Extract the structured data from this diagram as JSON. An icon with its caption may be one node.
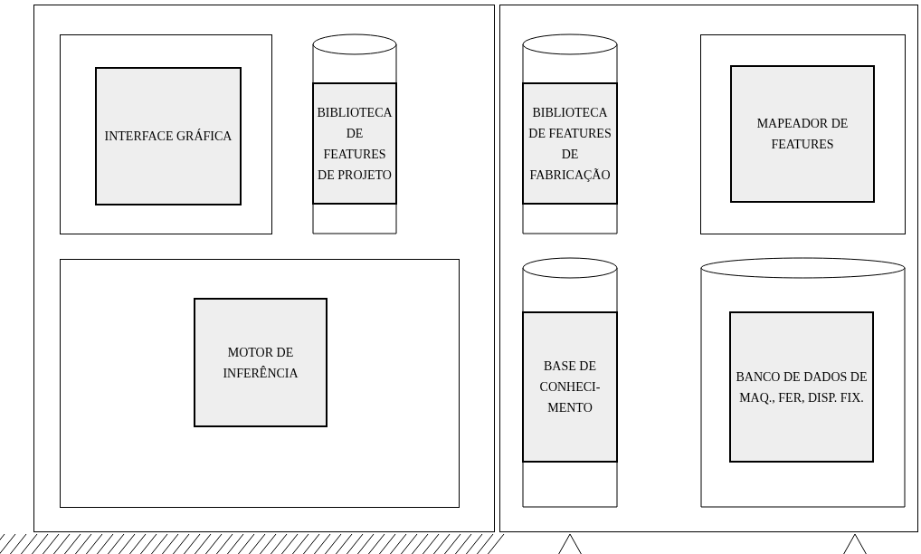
{
  "diagram": {
    "nodes": [
      {
        "text": [],
        "shape": "box"
      },
      {
        "text": [],
        "shape": "box",
        "in": 0
      },
      {
        "text": [
          "INTERFACE GRÁFICA"
        ],
        "in": 1
      },
      {
        "text": [],
        "shape": "cylinder",
        "in": 0
      },
      {
        "text": [
          "BIBLIOTECA DE FEATURES DE PROJETO"
        ],
        "in": 3
      },
      {
        "text": [],
        "shape": "box",
        "in": 0
      },
      {
        "text": [
          "MOTOR DE INFERÊNCIA"
        ],
        "in": 5
      },
      {
        "text": [],
        "shape": "box"
      },
      {
        "text": [],
        "shape": "cylinder",
        "in": 7
      },
      {
        "text": [
          "BIBLIOTECA DE FEATURES DE FABRICAÇÃO"
        ],
        "in": 8
      },
      {
        "text": [],
        "shape": "box",
        "in": 7
      },
      {
        "text": [
          "MAPEADOR DE FEATURES"
        ],
        "in": 10
      },
      {
        "text": [],
        "shape": "cylinder",
        "in": 7
      },
      {
        "text": [
          "BASE DE CONHECI- MENTO"
        ],
        "in": 12
      },
      {
        "text": [],
        "shape": "cylinder",
        "in": 7
      },
      {
        "text": [
          "BANCO DE DADOS DE MAQ., FER, DISP. FIX."
        ],
        "in": 14
      }
    ]
  }
}
